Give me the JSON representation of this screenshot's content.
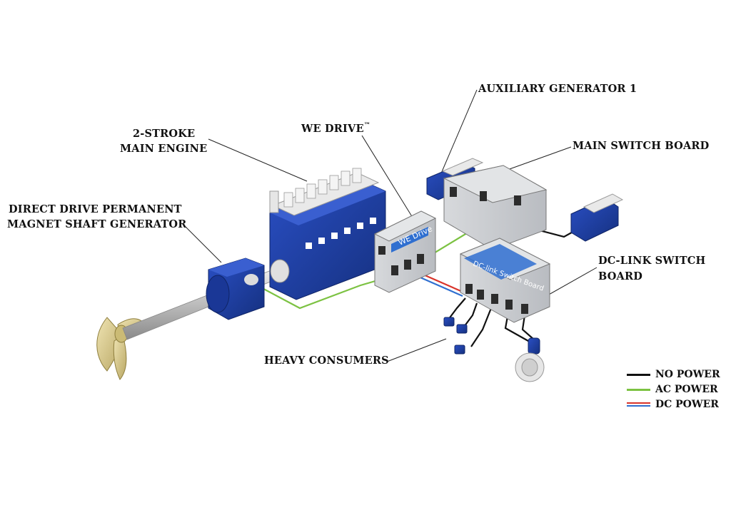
{
  "labels": {
    "aux_gen": "AUXILIARY GENERATOR 1",
    "main_switch": "MAIN SWITCH BOARD",
    "we_drive": "WE DRIVE",
    "we_drive_tm": "™",
    "engine_line1": "2-STROKE",
    "engine_line2": "MAIN ENGINE",
    "shaft_gen_line1": "DIRECT DRIVE PERMANENT",
    "shaft_gen_line2": "MAGNET SHAFT GENERATOR",
    "dclink_line1": "DC-LINK SWITCH",
    "dclink_line2": "BOARD",
    "heavy": "HEAVY CONSUMERS"
  },
  "panels": {
    "we_drive_panel": "WE Drive",
    "dclink_panel": "DC-link Switch Board"
  },
  "legend": {
    "items": [
      {
        "label": "NO POWER",
        "color": "#111111"
      },
      {
        "label": "AC POWER",
        "color": "#7cc242"
      },
      {
        "label": "DC POWER",
        "color": "#d9342b",
        "color2": "#2f6fd0"
      }
    ]
  },
  "colors": {
    "machine_blue": "#1f3fa8",
    "machine_blue_dark": "#142c7a",
    "cabinet_grey": "#c9ccd1",
    "propeller": "#d8c98a",
    "ac": "#7cc242",
    "dc_red": "#d9342b",
    "dc_blue": "#2f6fd0",
    "no_power": "#111111"
  }
}
